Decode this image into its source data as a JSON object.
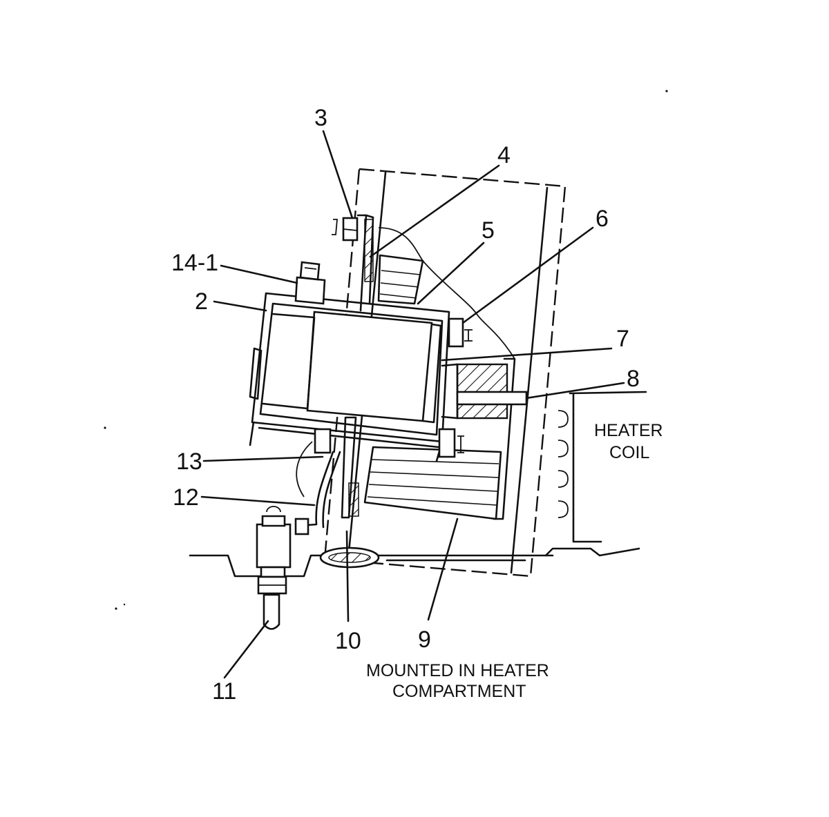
{
  "callouts": {
    "c3": "3",
    "c4": "4",
    "c5": "5",
    "c6": "6",
    "c7": "7",
    "c8": "8",
    "c9": "9",
    "c10": "10",
    "c11": "11",
    "c12": "12",
    "c13": "13",
    "c14": "14-1",
    "c2": "2"
  },
  "labels": {
    "heater_coil_line1": "HEATER",
    "heater_coil_line2": "COIL",
    "caption_line1": "MOUNTED IN HEATER",
    "caption_line2": "COMPARTMENT"
  }
}
